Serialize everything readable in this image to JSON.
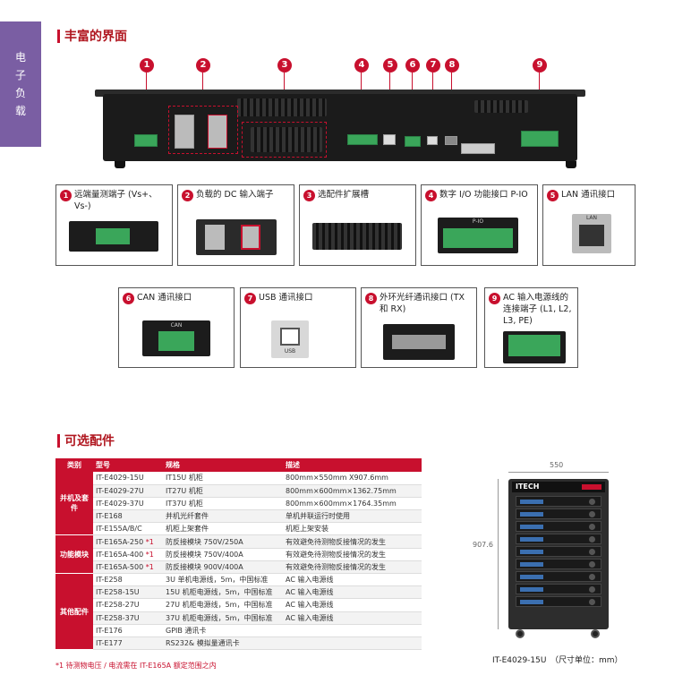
{
  "side_tab": {
    "text": [
      "电",
      "子",
      "负",
      "载"
    ],
    "color": "#7a5ea3"
  },
  "sections": {
    "interface_title": "丰富的界面",
    "options_title": "可选配件"
  },
  "callout_numbers": [
    "1",
    "2",
    "3",
    "4",
    "5",
    "6",
    "7",
    "8",
    "9"
  ],
  "cards": [
    {
      "num": "1",
      "title": "远端量测端子 (Vs+、Vs-)"
    },
    {
      "num": "2",
      "title": "负载的 DC 输入端子"
    },
    {
      "num": "3",
      "title": "选配件扩展槽"
    },
    {
      "num": "4",
      "title": "数字 I/O 功能接口 P-IO"
    },
    {
      "num": "5",
      "title": "LAN 通讯接口"
    },
    {
      "num": "6",
      "title": "CAN 通讯接口"
    },
    {
      "num": "7",
      "title": "USB 通讯接口"
    },
    {
      "num": "8",
      "title": "外环光纤通讯接口 (TX 和 RX)"
    },
    {
      "num": "9",
      "title": "AC 输入电源线的连接端子 (L1, L2, L3, PE)"
    }
  ],
  "card_labels": {
    "pio": "P-IO",
    "lan": "LAN",
    "can": "CAN",
    "usb": "USB"
  },
  "table": {
    "headers": [
      "类别",
      "型号",
      "规格",
      "描述"
    ],
    "groups": [
      {
        "category": "并机及套件",
        "rows": [
          {
            "model": "IT-E4029-15U",
            "spec": "IT15U 机柜",
            "desc": "800mm×550mm X907.6mm"
          },
          {
            "model": "IT-E4029-27U",
            "spec": "IT27U 机柜",
            "desc": "800mm×600mm×1362.75mm"
          },
          {
            "model": "IT-E4029-37U",
            "spec": "IT37U 机柜",
            "desc": "800mm×600mm×1764.35mm"
          }
        ]
      },
      {
        "category": "",
        "rows": [
          {
            "model": "IT-E168",
            "spec": "并机光纤套件",
            "desc": "单机并联运行时使用"
          },
          {
            "model": "IT-E155A/B/C",
            "spec": "机柜上架套件",
            "desc": "机柜上架安装"
          }
        ]
      },
      {
        "category": "功能模块",
        "rows": [
          {
            "model": "IT-E165A-250",
            "star": "*1",
            "spec": "防反接模块 750V/250A",
            "desc": "有效避免待测物反接情况的发生"
          },
          {
            "model": "IT-E165A-400",
            "star": "*1",
            "spec": "防反接模块 750V/400A",
            "desc": "有效避免待测物反接情况的发生"
          },
          {
            "model": "IT-E165A-500",
            "star": "*1",
            "spec": "防反接模块 900V/400A",
            "desc": "有效避免待测物反接情况的发生"
          }
        ]
      },
      {
        "category": "其他配件",
        "rows": [
          {
            "model": "IT-E258",
            "spec": "3U 单机电源线，5m，中国标准",
            "desc": "AC 输入电源线"
          },
          {
            "model": "IT-E258-15U",
            "spec": "15U 机柜电源线，5m，中国标准",
            "desc": "AC 输入电源线"
          },
          {
            "model": "IT-E258-27U",
            "spec": "27U 机柜电源线，5m，中国标准",
            "desc": "AC 输入电源线"
          },
          {
            "model": "IT-E258-37U",
            "spec": "37U 机柜电源线，5m，中国标准",
            "desc": "AC 输入电源线"
          },
          {
            "model": "IT-E176",
            "spec": "GPIB 通讯卡",
            "desc": ""
          },
          {
            "model": "IT-E177",
            "spec": "RS232& 模拟量通讯卡",
            "desc": ""
          }
        ]
      }
    ]
  },
  "footnote": "*1 待测物电压 / 电流需在 IT-E165A 额定范围之内",
  "cabinet": {
    "logo": "ITECH",
    "width_label": "550",
    "height_label": "907.6",
    "caption": "IT-E4029-15U　（尺寸单位：mm）"
  },
  "colors": {
    "accent": "#c8102e",
    "purple": "#7a5ea3",
    "terminal_green": "#3aa65a"
  }
}
